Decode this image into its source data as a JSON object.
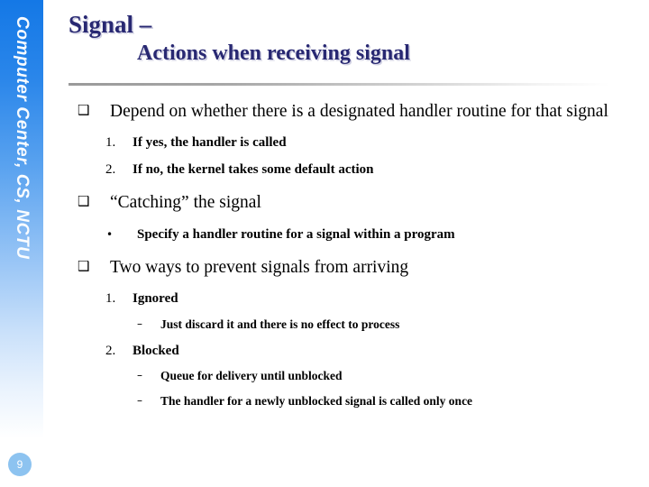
{
  "sidebar": {
    "vertical_label": "Computer Center, CS, NCTU",
    "page_number": "9",
    "gradient_top_color": "#1478e6",
    "gradient_bottom_color": "#ffffff",
    "page_badge_color": "#8dc3f0"
  },
  "title": {
    "line1": "Signal –",
    "line2": "Actions when receiving signal",
    "color": "#282872"
  },
  "body": {
    "bullet_marker": "❑",
    "dot_marker": "•",
    "dash_marker": "–",
    "items": [
      {
        "marker": "❑",
        "text": "Depend on whether there is a designated handler routine for that signal",
        "children": [
          {
            "marker": "1.",
            "text": "If yes, the handler is called"
          },
          {
            "marker": "2.",
            "text": "If no, the kernel takes some default action"
          }
        ]
      },
      {
        "marker": "❑",
        "text": "“Catching” the signal",
        "children": [
          {
            "marker": "•",
            "text": "Specify a handler routine for a signal within a program"
          }
        ]
      },
      {
        "marker": "❑",
        "text": "Two ways to prevent signals from arriving",
        "children": [
          {
            "marker": "1.",
            "text": "Ignored",
            "children": [
              {
                "marker": "–",
                "text": "Just discard it and there is no effect to process"
              }
            ]
          },
          {
            "marker": "2.",
            "text": "Blocked",
            "children": [
              {
                "marker": "–",
                "text": "Queue for delivery until unblocked"
              },
              {
                "marker": "–",
                "text": "The handler for a newly unblocked signal is called only once"
              }
            ]
          }
        ]
      }
    ]
  }
}
